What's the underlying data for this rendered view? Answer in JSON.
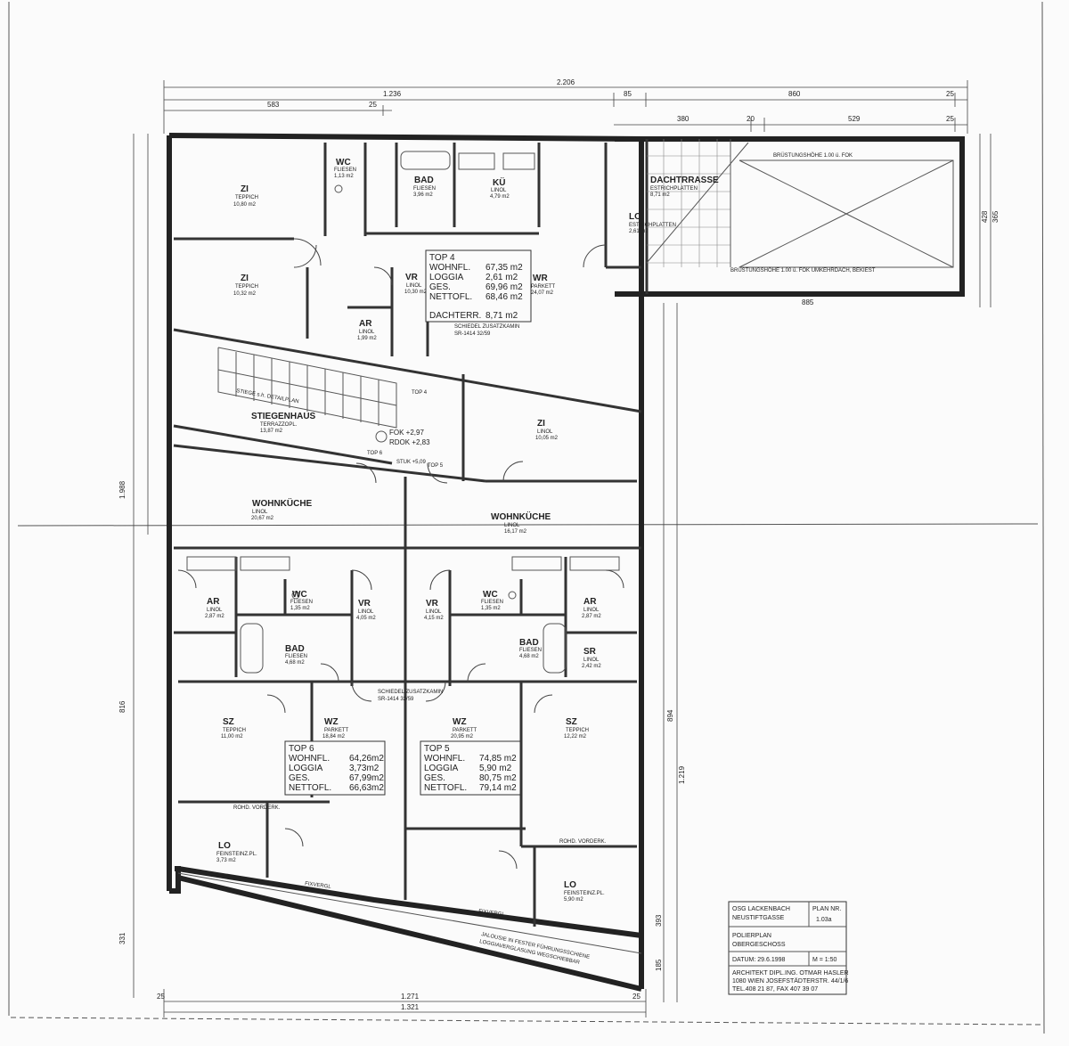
{
  "dimensions": {
    "overall_width": "2.206",
    "top_left": "1.236",
    "top_mid": "85",
    "top_right": "860",
    "top_end": "25",
    "upper_left": "583",
    "upper_left_b": "25",
    "terrace_width": "380",
    "terrace_gap": "20",
    "terrace_right": "529",
    "terrace_end": "25",
    "bottom_inner": "1.271",
    "bottom_outer": "1.321",
    "bottom_left": "25",
    "bottom_right": "25",
    "left_total": "1.988",
    "right_total": "1.219",
    "right_upper": "428",
    "right_upper_b": "365",
    "left_lower": "816",
    "left_bottom": "331",
    "right_lower": "894",
    "right_bottom": "393",
    "right_185": "185",
    "terr_885": "885"
  },
  "rooms": [
    {
      "name": "ZI",
      "sub": "TEPPICH",
      "area": "10,80 m2"
    },
    {
      "name": "WC",
      "sub": "FLIESEN",
      "area": "1,13 m2"
    },
    {
      "name": "BAD",
      "sub": "FLIESEN",
      "area": "3,96 m2"
    },
    {
      "name": "KÜ",
      "sub": "LINOL",
      "area": "4,79 m2"
    },
    {
      "name": "DACHTRRASSE",
      "sub": "ESTRICHPLATTEN",
      "area": "8,71 m2"
    },
    {
      "name": "LO",
      "sub": "ESTRICHPLATTEN",
      "area": "2,61 m2"
    },
    {
      "name": "ZI",
      "sub": "TEPPICH",
      "area": "10,32 m2"
    },
    {
      "name": "VR",
      "sub": "LINOL",
      "area": "10,30 m2"
    },
    {
      "name": "WR",
      "sub": "PARKETT",
      "area": "24,07 m2"
    },
    {
      "name": "AR",
      "sub": "LINOL",
      "area": "1,99 m2"
    },
    {
      "name": "STIEGENHAUS",
      "sub": "TERRAZZOPL.",
      "area": "13,87 m2"
    },
    {
      "name": "ZI",
      "sub": "LINOL",
      "area": "10,05 m2"
    },
    {
      "name": "WOHNKÜCHE",
      "sub": "LINOL",
      "area": "20,67 m2"
    },
    {
      "name": "WOHNKÜCHE",
      "sub": "LINOL",
      "area": "16,17 m2"
    },
    {
      "name": "AR",
      "sub": "LINOL",
      "area": "2,87 m2"
    },
    {
      "name": "WC",
      "sub": "FLIESEN",
      "area": "1,35 m2"
    },
    {
      "name": "VR",
      "sub": "LINOL",
      "area": "4,05 m2"
    },
    {
      "name": "VR",
      "sub": "LINOL",
      "area": "4,15 m2"
    },
    {
      "name": "WC",
      "sub": "FLIESEN",
      "area": "1,35 m2"
    },
    {
      "name": "AR",
      "sub": "LINOL",
      "area": "2,87 m2"
    },
    {
      "name": "BAD",
      "sub": "FLIESEN",
      "area": "4,68 m2"
    },
    {
      "name": "BAD",
      "sub": "FLIESEN",
      "area": "4,68 m2"
    },
    {
      "name": "SR",
      "sub": "LINOL",
      "area": "2,42 m2"
    },
    {
      "name": "SZ",
      "sub": "TEPPICH",
      "area": "11,00 m2"
    },
    {
      "name": "WZ",
      "sub": "PARKETT",
      "area": "18,84 m2"
    },
    {
      "name": "WZ",
      "sub": "PARKETT",
      "area": "20,95 m2"
    },
    {
      "name": "SZ",
      "sub": "TEPPICH",
      "area": "12,22 m2"
    },
    {
      "name": "LO",
      "sub": "FEINSTEINZ.PL.",
      "area": "3,73 m2"
    },
    {
      "name": "LO",
      "sub": "FEINSTEINZ.PL.",
      "area": "5,90 m2"
    }
  ],
  "tops": [
    {
      "title": "TOP 4",
      "rows": [
        {
          "label": "WOHNFL.",
          "value": "67,35 m2"
        },
        {
          "label": "LOGGIA",
          "value": "2,61 m2"
        },
        {
          "label": "GES.",
          "value": "69,96 m2"
        },
        {
          "label": "NETTOFL.",
          "value": "68,46 m2"
        }
      ],
      "extra_label": "DACHTERR.",
      "extra_value": "8,71 m2"
    },
    {
      "title": "TOP 6",
      "rows": [
        {
          "label": "WOHNFL.",
          "value": "64,26m2"
        },
        {
          "label": "LOGGIA",
          "value": "3,73m2"
        },
        {
          "label": "GES.",
          "value": "67,99m2"
        },
        {
          "label": "NETTOFL.",
          "value": "66,63m2"
        }
      ]
    },
    {
      "title": "TOP 5",
      "rows": [
        {
          "label": "WOHNFL.",
          "value": "74,85 m2"
        },
        {
          "label": "LOGGIA",
          "value": "5,90 m2"
        },
        {
          "label": "GES.",
          "value": "80,75 m2"
        },
        {
          "label": "NETTOFL.",
          "value": "79,14 m2"
        }
      ]
    }
  ],
  "notes": {
    "brustung_top": "BRÜSTUNGSHÖHE 1.00 ü. FOK",
    "brustung_bottom": "BRÜSTUNGSHÖHE 1.00 ü. FOK   UMKEHRDACH, BEKIEST",
    "stiege_note": "STIEGE s.h. DETAILPLAN",
    "fok": "FOK +2,97",
    "rdok": "RDOK +2,83",
    "stuk": "STUK +5,09",
    "top4": "TOP 4",
    "top6": "TOP 6",
    "top5": "TOP 5",
    "schiedel_upper": "SCHIEDEL ZUSATZKAMIN",
    "schiedel_upper_b": "SR-1414  32/59",
    "schiedel_lower": "SCHIEDEL ZUSATZKAMIN",
    "schiedel_lower_b": "SR-1414  32/59",
    "fixvergl_left": "FIXVERGL",
    "fixvergl_right": "FIXVERGL",
    "jalousie_1": "JALOUSIE  IN FESTER FÜHRUNGSSCHIENE",
    "jalousie_2": "LOGGIAVERGLASUNG WEGSCHIEBBAR",
    "rohd_left": "ROHD. VORDERK.",
    "rohd_right": "ROHD. VORDERK."
  },
  "title_block": {
    "project_1": "OSG LACKENBACH",
    "project_2": "NEUSTIFTGASSE",
    "plan_nr_label": "PLAN NR.",
    "plan_nr": "1.03a",
    "plan_type_1": "POLIERPLAN",
    "plan_type_2": "OBERGESCHOSS",
    "datum": "DATUM:  29.6.1998",
    "scale": "M = 1:50",
    "architect_1": "ARCHITEKT DIPL.ING. OTMAR HASLER",
    "architect_2": "1080 WIEN  JOSEFSTÄDTERSTR. 44/1/6",
    "architect_3": "TEL.408 21 87, FAX 407 39 07"
  }
}
